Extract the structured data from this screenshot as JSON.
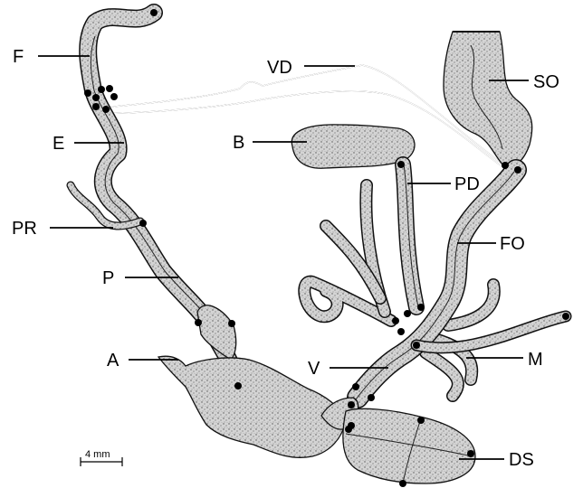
{
  "labels": {
    "F": "F",
    "VD": "VD",
    "SO": "SO",
    "E": "E",
    "B": "B",
    "PD": "PD",
    "PR": "PR",
    "FO": "FO",
    "P": "P",
    "M": "M",
    "V": "V",
    "A": "A",
    "DS": "DS"
  },
  "scale_bar": {
    "label": "4 mm"
  },
  "colors": {
    "ink": "#111111",
    "tissue": "#d9d9d9",
    "paper": "#ffffff"
  }
}
